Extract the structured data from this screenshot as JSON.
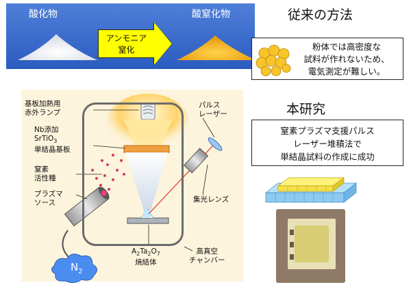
{
  "top": {
    "oxide_label": "酸化物",
    "oxynitride_label": "酸窒化物",
    "arrow_line1": "アンモニア",
    "arrow_line2": "窒化",
    "conventional_heading": "従来の方法",
    "note_line1": "粉体では高密度な",
    "note_line2": "試料が作れないため、",
    "note_line3": "電気測定が難しい。"
  },
  "apparatus": {
    "substrate_lamp_1": "基板加熱用",
    "substrate_lamp_2": "赤外ランプ",
    "substrate_1": "Nb添加",
    "substrate_2a": "SrTiO",
    "substrate_2b": "3",
    "substrate_3": "単結晶基板",
    "active_species_1": "窒素",
    "active_species_2": "活性種",
    "plasma_source_1": "プラズマ",
    "plasma_source_2": "ソース",
    "pulse_laser_1": "パルス",
    "pulse_laser_2": "レーザー",
    "condenser_lens": "集光レンズ",
    "target_formula": {
      "a": "A",
      "s1": "2",
      "b": "Ta",
      "s2": "2",
      "c": "O",
      "s3": "7"
    },
    "target_2": "焼結体",
    "vacuum_1": "高真空",
    "vacuum_2": "チャンバー",
    "n2_main": "N",
    "n2_sub": "2"
  },
  "this_study": {
    "heading": "本研究",
    "line1": "窒素プラズマ支援パルス",
    "line2": "レーザー堆積法で",
    "line3": "単結晶試料の作成に成功"
  },
  "colors": {
    "band_blue": "#2b5cc0",
    "arrow_yellow": "#ffff00",
    "powder_orange": "#f3b21c",
    "chamber_gray": "#6b6b6b",
    "cloud_blue": "#4a8cf0",
    "crystal_yellow": "#f5e04a",
    "substrate_blue": "#8ecaf0"
  }
}
